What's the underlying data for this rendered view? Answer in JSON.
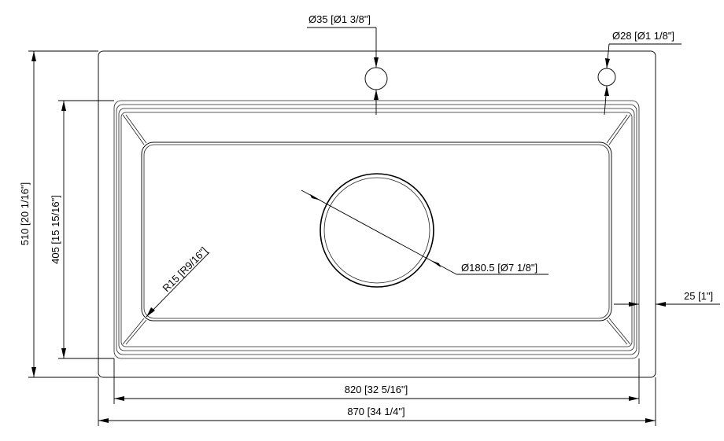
{
  "dimensions": {
    "overall_width": "870 [34 1/4\"]",
    "bowl_width": "820 [32 5/16\"]",
    "overall_height": "510 [20 1/16\"]",
    "bowl_height": "405 [15 15/16\"]",
    "drain_diameter": "Ø180.5 [Ø7 1/8\"]",
    "faucet_hole": "Ø35 [Ø1 3/8\"]",
    "accessory_hole": "Ø28 [Ø1 1/8\"]",
    "corner_radius": "R15 [R9/16\"]",
    "edge_margin": "25 [1\"]"
  }
}
